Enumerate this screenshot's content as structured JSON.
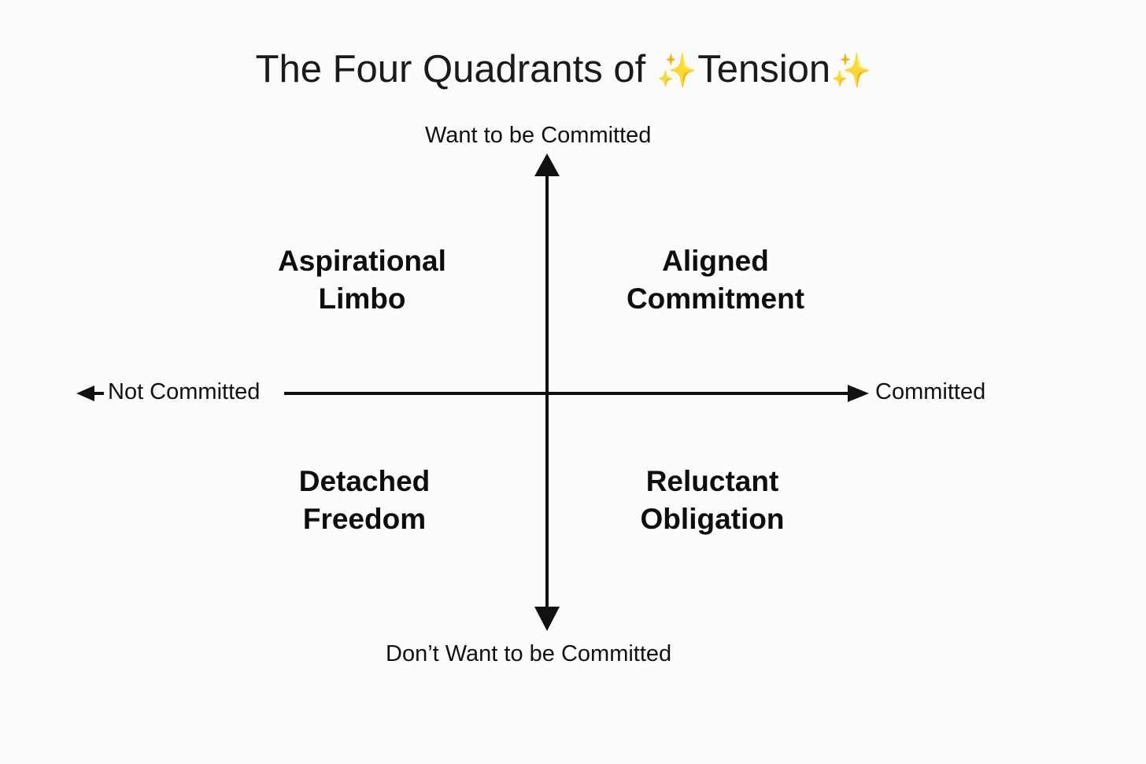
{
  "title": {
    "text": "The Four Quadrants of",
    "emphasis": "Tension",
    "sparkle": "✨"
  },
  "axes": {
    "top": "Want to be Committed",
    "bottom": "Don’t Want to be Committed",
    "left": "Not Committed",
    "right": "Committed"
  },
  "quadrants": {
    "top_left": {
      "line1": "Aspirational",
      "line2": "Limbo"
    },
    "top_right": {
      "line1": "Aligned",
      "line2": "Commitment"
    },
    "bottom_left": {
      "line1": "Detached",
      "line2": "Freedom"
    },
    "bottom_right": {
      "line1": "Reluctant",
      "line2": "Obligation"
    }
  },
  "colors": {
    "line": "#111111",
    "sparkle": "#e8c530",
    "background": "#fcfcfc"
  }
}
